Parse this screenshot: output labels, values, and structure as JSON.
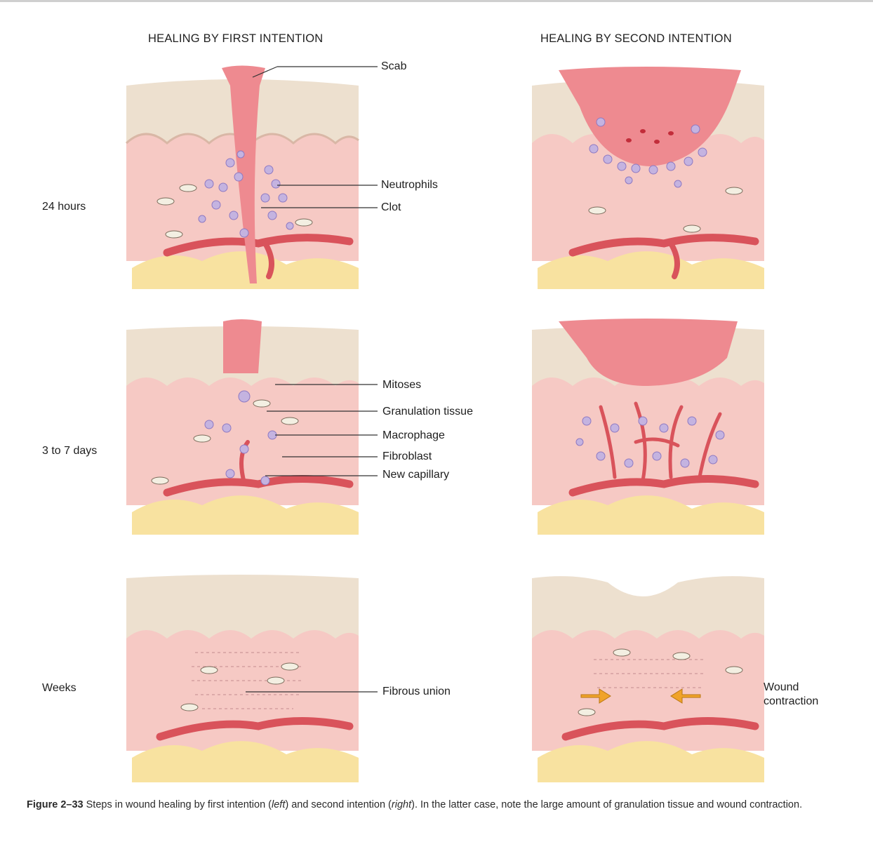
{
  "columns": {
    "first": "HEALING BY FIRST INTENTION",
    "second": "HEALING BY SECOND INTENTION"
  },
  "rows": {
    "r1": "24 hours",
    "r2": "3 to 7 days",
    "r3": "Weeks"
  },
  "labels": {
    "scab": "Scab",
    "neutrophils": "Neutrophils",
    "clot": "Clot",
    "mitoses": "Mitoses",
    "granulation": "Granulation tissue",
    "macrophage": "Macrophage",
    "fibroblast": "Fibroblast",
    "capillary": "New capillary",
    "fibrous": "Fibrous union",
    "contraction_1": "Wound",
    "contraction_2": "contraction"
  },
  "caption": {
    "fig": "Figure 2–33",
    "t1": " Steps in wound healing by first intention (",
    "left": "left",
    "t2": ") and second intention (",
    "right": "right",
    "t3": "). In the latter case, note the large amount of granulation tissue and wound contraction."
  },
  "colors": {
    "epidermis": "#ede0cf",
    "dermis": "#f6c9c4",
    "clot": "#ee8a90",
    "fat": "#f8e2a0",
    "vessel": "#d9535b",
    "cell": "#c4b3e0",
    "arrow": "#f0a32a"
  }
}
